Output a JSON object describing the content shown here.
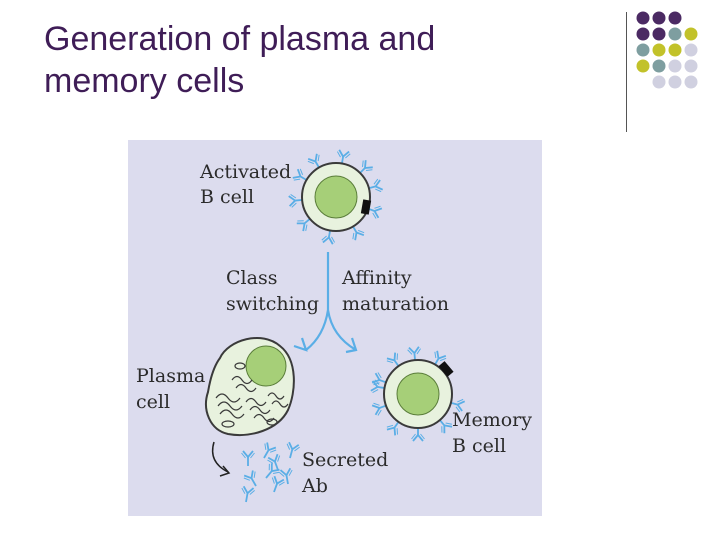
{
  "slide": {
    "title_line1": "Generation of plasma and",
    "title_line2": "memory cells"
  },
  "diagram": {
    "activated_b_cell": [
      "Activated",
      "B cell"
    ],
    "class_switching": [
      "Class",
      "switching"
    ],
    "affinity_maturation": [
      "Affinity",
      "maturation"
    ],
    "plasma_cell": [
      "Plasma",
      "cell"
    ],
    "memory_b_cell": [
      "Memory",
      "B cell"
    ],
    "secreted_ab": [
      "Secreted",
      "Ab"
    ]
  },
  "colors": {
    "title": "#3f1d57",
    "dot_purple": "#4b2a63",
    "dot_teal": "#7e9ea0",
    "dot_olive": "#c2c22a",
    "dot_grey": "#d0d0e0",
    "figure_bg": "#dcdcee",
    "antibody": "#5aaee6",
    "nucleus": "#a6cf78",
    "cytoplasm": "#e8f2de"
  }
}
